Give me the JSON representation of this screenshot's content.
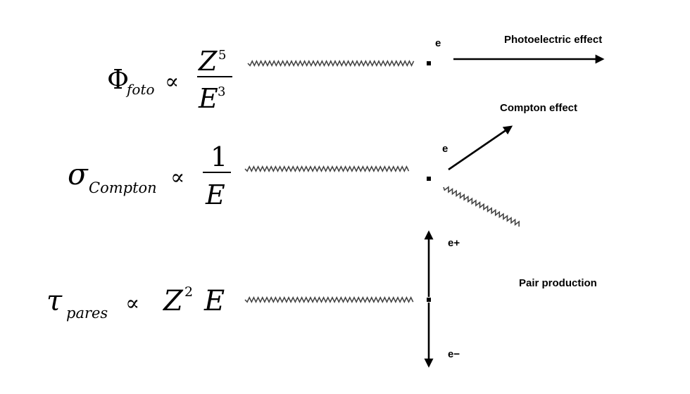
{
  "photoelectric": {
    "symbol": "Φ",
    "subscript": "foto",
    "proportional": "∝",
    "numerator": "Z",
    "numerator_exp": "5",
    "denominator": "E",
    "denominator_exp": "3",
    "particle": "e",
    "label": "Photoelectric effect"
  },
  "compton": {
    "symbol": "σ",
    "subscript": "Compton",
    "proportional": "∝",
    "numerator": "1",
    "denominator": "E",
    "particle": "e",
    "label": "Compton effect"
  },
  "pair": {
    "symbol": "τ",
    "subscript": "pares",
    "proportional": "∝",
    "base": "Z",
    "base_exp": "2",
    "factor": "E",
    "particle_plus": "e+",
    "particle_minus": "e−",
    "label": "Pair production"
  },
  "colors": {
    "ink": "#000000",
    "wave": "#444444"
  }
}
